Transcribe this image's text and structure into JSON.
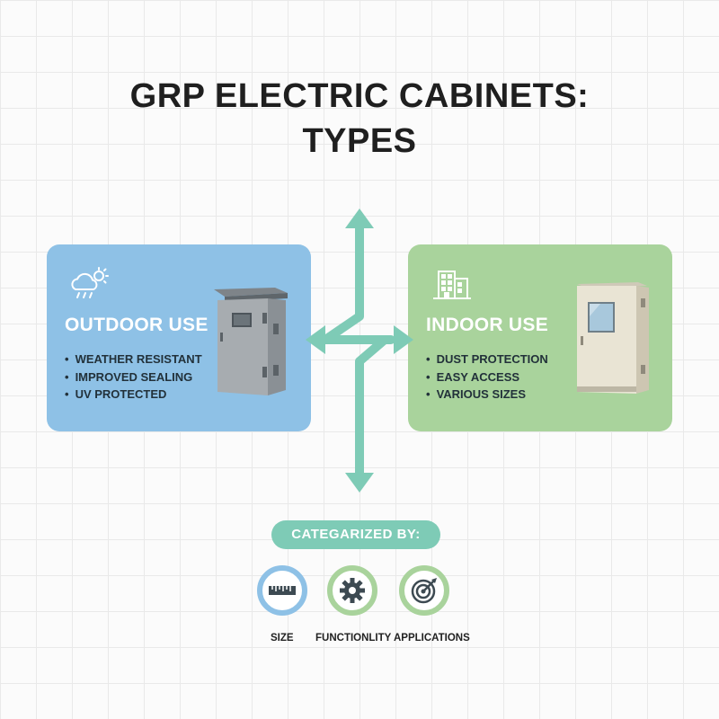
{
  "title": {
    "line1": "GRP ELECTRIC CABINETS:",
    "line2": "TYPES"
  },
  "outdoor": {
    "icon": "weather-cloud-sun-rain-icon",
    "heading": "OUTDOOR USE",
    "features": [
      "WEATHER RESISTANT",
      "IMPROVED SEALING",
      "UV PROTECTED"
    ],
    "color": "#8ec1e6"
  },
  "indoor": {
    "icon": "office-building-icon",
    "heading": "INDOOR USE",
    "features": [
      "DUST PROTECTION",
      "EASY ACCESS",
      "VARIOUS SIZES"
    ],
    "color": "#a9d39c"
  },
  "arrow_color": "#7ecbb6",
  "categorized": {
    "label": "CATEGARIZED BY:",
    "items": [
      {
        "icon": "ruler-icon",
        "caption": "SIZE"
      },
      {
        "icon": "gear-icon",
        "caption": "FUNCTIONLITY"
      },
      {
        "icon": "target-icon",
        "caption": "APPLICATIONS"
      }
    ]
  }
}
